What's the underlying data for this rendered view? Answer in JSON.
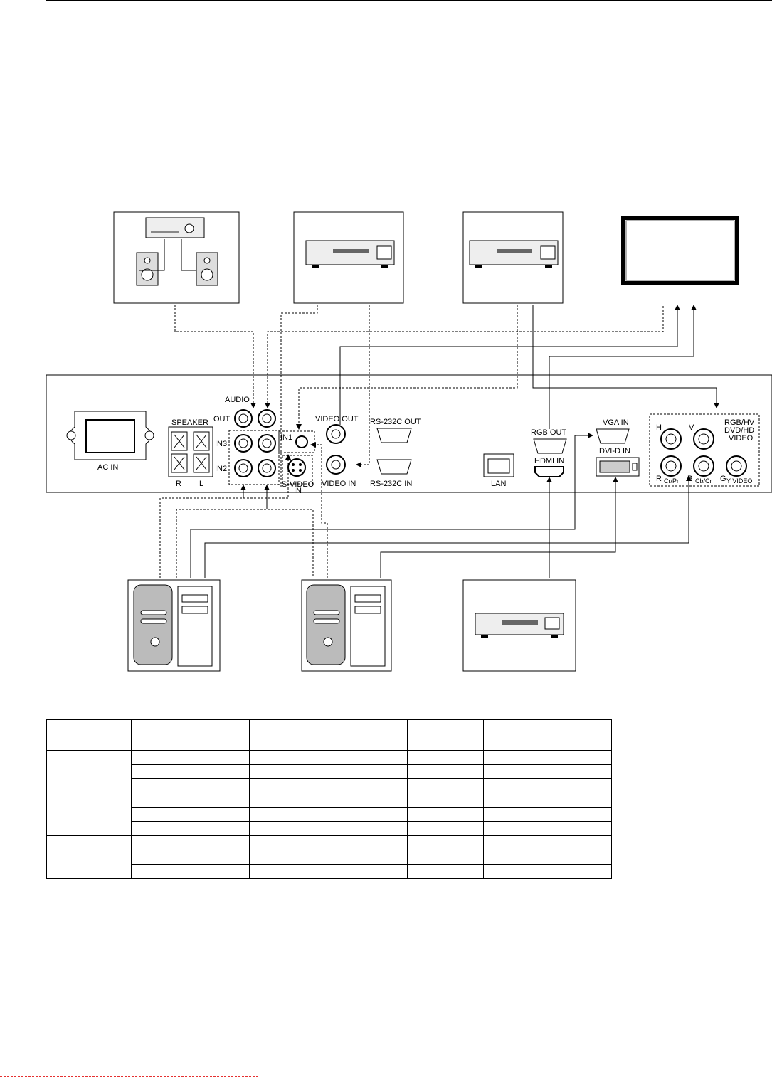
{
  "panel": {
    "ac_in": "AC IN",
    "speaker": "SPEAKER",
    "speaker_r": "R",
    "speaker_l": "L",
    "audio": "AUDIO",
    "audio_out": "OUT",
    "audio_in3": "IN3",
    "audio_in2": "IN2",
    "in1": "IN1",
    "s_video_in_1": "S-VIDEO",
    "s_video_in_2": "IN",
    "video_out": "VIDEO OUT",
    "video_in": "VIDEO IN",
    "rs232c_out": "RS-232C OUT",
    "rs232c_in": "RS-232C IN",
    "lan": "LAN",
    "rgb_out": "RGB OUT",
    "hdmi_in": "HDMI IN",
    "vga_in": "VGA IN",
    "dvi_d_in": "DVI-D IN",
    "bnc_h": "H",
    "bnc_v": "V",
    "bnc_r": "R",
    "bnc_crpr": "Cr/Pr",
    "bnc_b": "B",
    "bnc_cbcr": "Cb/Cr",
    "bnc_g": "G",
    "bnc_yvideo": "Y VIDEO",
    "rgb_group_1": "RGB/HV",
    "rgb_group_2": "DVD/HD",
    "rgb_group_3": "VIDEO"
  },
  "devices": {
    "top": [
      "amplifier-speakers",
      "dvd-player",
      "vcr-player",
      "monitor-display"
    ],
    "bottom": [
      "pc-tower-1",
      "pc-tower-2",
      "dvd-player-hdmi"
    ]
  },
  "icons": [
    "amplifier-icon",
    "speaker-icon",
    "dvd-player-icon",
    "monitor-icon",
    "pc-tower-icon"
  ],
  "table": {
    "header": [
      "",
      "",
      "",
      "",
      ""
    ],
    "group_a_rows": 6,
    "group_b_rows": 3
  },
  "colors": {
    "line": "#000000",
    "footer_rule": "#e53030"
  }
}
